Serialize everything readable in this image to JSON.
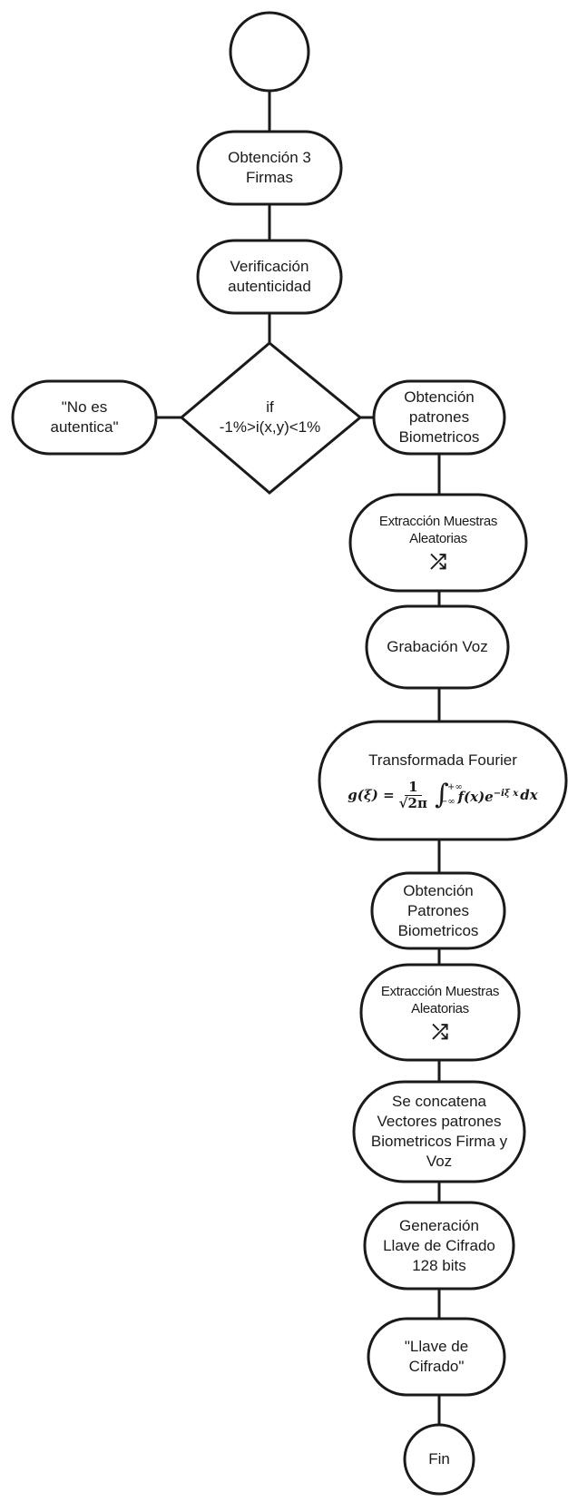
{
  "flowchart": {
    "start": "",
    "obtencion_firmas": "Obtención 3\nFirmas",
    "verificacion": "Verificación\nautenticidad",
    "decision": "if\n-1%>i(x,y)<1%",
    "no_autentica": "\"No es\nautentica\"",
    "obtencion_patrones_1": "Obtención\npatrones\nBiometricos",
    "extraccion_1": "Extracción Muestras\nAleatorias",
    "shuffle_icon": "shuffle-icon",
    "grabacion_voz": "Grabación Voz",
    "fourier": {
      "title": "Transformada Fourier",
      "lhs": "g(ξ) =",
      "frac_num": "1",
      "frac_den": "√2π",
      "integral_upper": "+∞",
      "integral_lower": "−∞",
      "integrand": "f(x)e",
      "exponent": "−iξ x",
      "dx": "dx"
    },
    "obtencion_patrones_2": "Obtención\nPatrones\nBiometricos",
    "extraccion_2": "Extracción Muestras\nAleatorias",
    "concatena": "Se concatena\nVectores patrones\nBiometricos Firma y\nVoz",
    "generacion": "Generación\nLlave de Cifrado\n128 bits",
    "llave": "\"Llave de\nCifrado\"",
    "fin": "Fin"
  },
  "colors": {
    "stroke": "#1a1a1a",
    "fill": "#ffffff"
  }
}
